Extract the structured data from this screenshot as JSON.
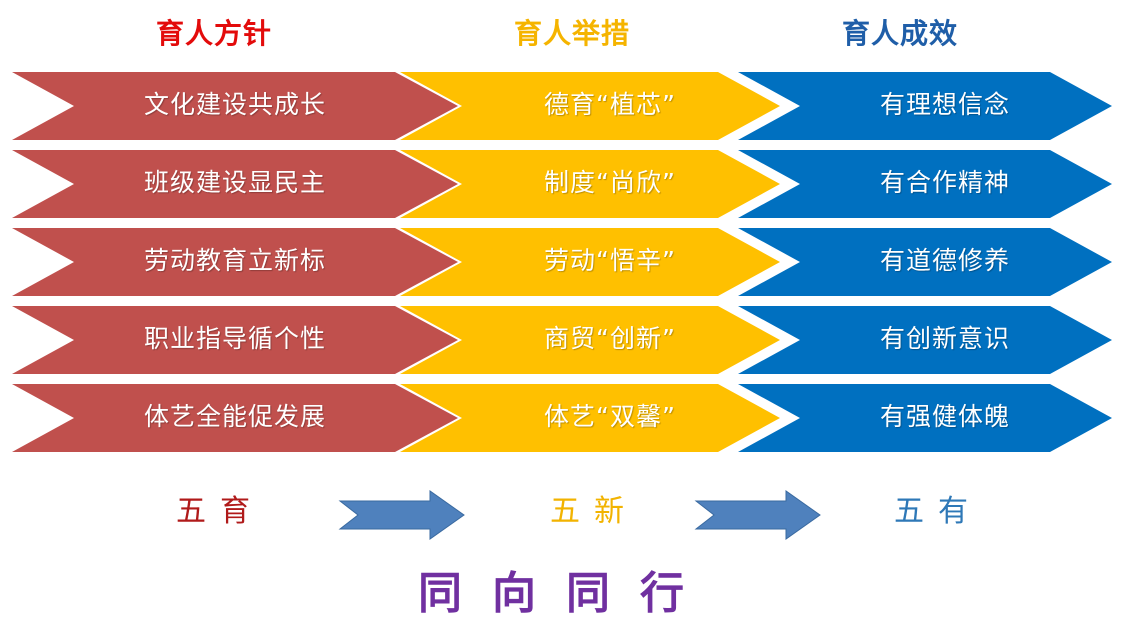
{
  "colors": {
    "red": "#c0504d",
    "yellow": "#ffc000",
    "blue": "#0070c0",
    "header_red": "#e30b0b",
    "header_yellow": "#f5b400",
    "header_blue": "#1f5ea8",
    "footer_red": "#b01a1a",
    "footer_yellow": "#f2b300",
    "footer_blue": "#2e78b7",
    "flow_arrow": "#4f81bd",
    "motto": "#7030a0"
  },
  "headers": [
    "育人方针",
    "育人举措",
    "育人成效"
  ],
  "rows": [
    [
      "文化建设共成长",
      "德育“植芯”",
      "有理想信念"
    ],
    [
      "班级建设显民主",
      "制度“尚欣”",
      "有合作精神"
    ],
    [
      "劳动教育立新标",
      "劳动“悟辛”",
      "有道德修养"
    ],
    [
      "职业指导循个性",
      "商贸“创新”",
      "有创新意识"
    ],
    [
      "体艺全能促发展",
      "体艺“双馨”",
      "有强健体魄"
    ]
  ],
  "footer": [
    "五育",
    "五新",
    "五有"
  ],
  "motto": "同向同行"
}
